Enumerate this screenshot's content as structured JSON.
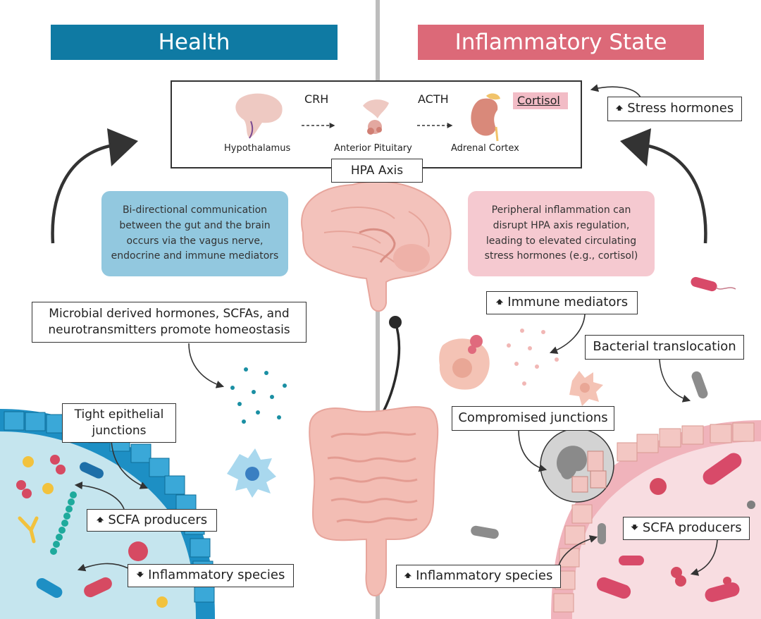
{
  "panels": {
    "left_title": "Health",
    "right_title": "Inflammatory State"
  },
  "hpa": {
    "crh": "CRH",
    "acth": "ACTH",
    "cortisol": "Cortisol",
    "hypothalamus": "Hypothalamus",
    "pituitary": "Anterior Pituitary",
    "adrenal": "Adrenal Cortex",
    "axis_label": "HPA Axis"
  },
  "notes": {
    "left_line1": "Bi-directional communication",
    "left_line2": "between the gut and the brain",
    "left_line3": "occurs via the vagus nerve,",
    "left_line4": "endocrine and immune mediators",
    "right_line1": "Peripheral inflammation can",
    "right_line2": "disrupt HPA axis regulation,",
    "right_line3": "leading to elevated circulating",
    "right_line4": "stress hormones (e.g., cortisol)"
  },
  "labels": {
    "stress_hormones": "Stress hormones",
    "microbial_line1": "Microbial derived hormones, SCFAs, and",
    "microbial_line2": "neurotransmitters promote homeostasis",
    "immune_mediators": "Immune mediators",
    "bacterial_translocation": "Bacterial translocation",
    "tight_line1": "Tight epithelial",
    "tight_line2": "junctions",
    "compromised_junctions": "Compromised junctions",
    "scfa_up": "SCFA producers",
    "scfa_down": "SCFA producers",
    "inflam_down": "Inflammatory species",
    "inflam_up": "Inflammatory species"
  },
  "colors": {
    "health_blue": "#0f7aa3",
    "inflam_pink": "#dc6978",
    "health_note": "#92c8df",
    "inflam_note": "#f5c9d0",
    "divider": "#bdbdbd"
  },
  "icons": {
    "up": "arrow-up-icon",
    "down": "arrow-down-icon"
  }
}
